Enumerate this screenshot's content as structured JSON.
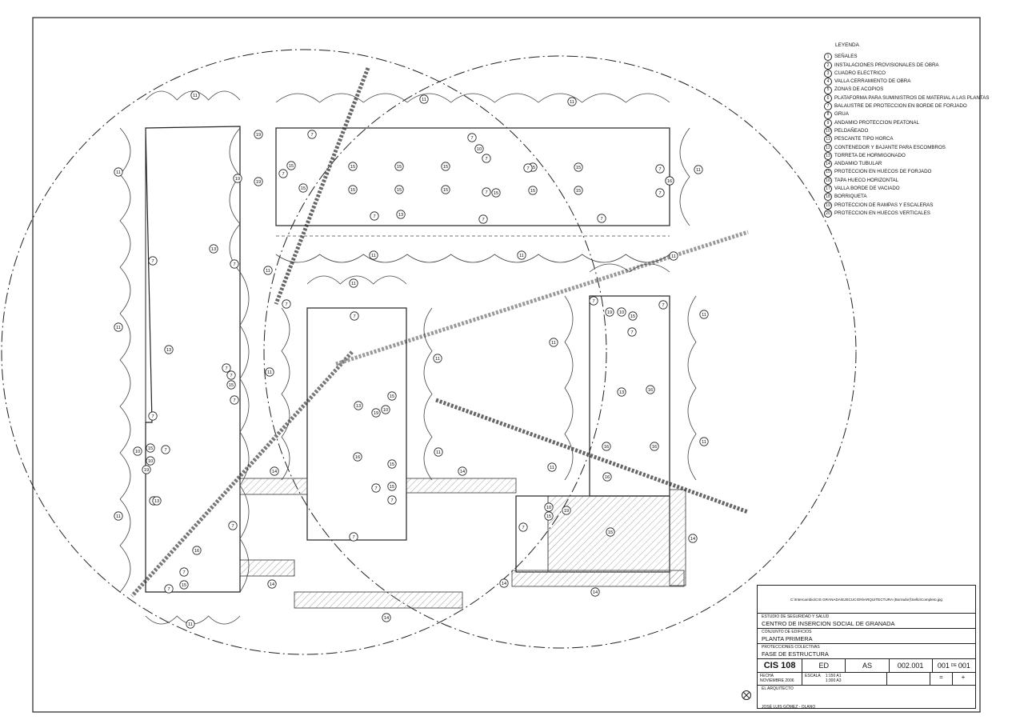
{
  "legend": {
    "title": "LEYENDA",
    "items": [
      {
        "num": "1",
        "label": "SEÑALES"
      },
      {
        "num": "2",
        "label": "INSTALACIONES PROVISIONALES DE OBRA"
      },
      {
        "num": "3",
        "label": "CUADRO ELECTRICO"
      },
      {
        "num": "4",
        "label": "VALLA CERRAMIENTO DE OBRA"
      },
      {
        "num": "5",
        "label": "ZONAS DE ACOPIOS"
      },
      {
        "num": "6",
        "label": "PLATAFORMA PARA SUMINISTROS DE MATERIAL A LAS PLANTAS"
      },
      {
        "num": "7",
        "label": "BALAUSTRE DE PROTECCION EN BORDE DE FORJADO"
      },
      {
        "num": "8",
        "label": "GRUA"
      },
      {
        "num": "9",
        "label": "ANDAMIO PROTECCION PEATONAL"
      },
      {
        "num": "10",
        "label": "PELDAÑEADO"
      },
      {
        "num": "11",
        "label": "PESCANTE TIPO HORCA"
      },
      {
        "num": "12",
        "label": "CONTENEDOR Y BAJANTE PARA ESCOMBROS"
      },
      {
        "num": "13",
        "label": "TORRETA DE HORMIGONADO"
      },
      {
        "num": "14",
        "label": "ANDAMIO TUBULAR"
      },
      {
        "num": "15",
        "label": "PROTECCION EN HUECOS DE FORJADO"
      },
      {
        "num": "16",
        "label": "TAPA HUECO HORIZONTAL"
      },
      {
        "num": "17",
        "label": "VALLA BORDE DE VACIADO"
      },
      {
        "num": "18",
        "label": "BORRIQUETA"
      },
      {
        "num": "19",
        "label": "PROTECCION DE RAMPAS Y ESCALERAS"
      },
      {
        "num": "20",
        "label": "PROTECCION EN HUECOS VERTICALES"
      }
    ]
  },
  "titleblock": {
    "file_path": "C:\\Intercambio\\CIS GRANADA\\EJECUCION\\ARQUITECTURA (Borrador)\\Sello\\Completo.jpg",
    "study_small": "ESTUDIO DE SEGURIDAD Y SALUD",
    "study_big": "CENTRO DE INSERCION SOCIAL DE GRANADA",
    "set_small": "CONJUNTO DE EDIFICIOS",
    "set_big": "PLANTA PRIMERA",
    "topic_small": "PROTECCIONES COLECTIVAS",
    "topic_big": "FASE DE ESTRUCTURA",
    "code": "CIS 108",
    "phase": "ED",
    "discipline": "AS",
    "number": "002.001",
    "sheet": "001",
    "sheet_sep": "DE",
    "total": "001",
    "date_label": "FECHA",
    "date": "NOVIEMBRE 2006",
    "scale_label": "ESCALA",
    "scale_1": "1:150 A1",
    "scale_2": "1:300 A3",
    "rev_1": "=",
    "rev_2": "+",
    "architect_label": "EL ARQUITECTO",
    "architect_name": "JOSÉ LUIS GÓMEZ - OLANO"
  },
  "plan_labels": {
    "n7": "7",
    "n10": "10",
    "n11": "11",
    "n13": "13",
    "n14": "14",
    "n15": "15",
    "n16": "16",
    "n19": "19"
  }
}
